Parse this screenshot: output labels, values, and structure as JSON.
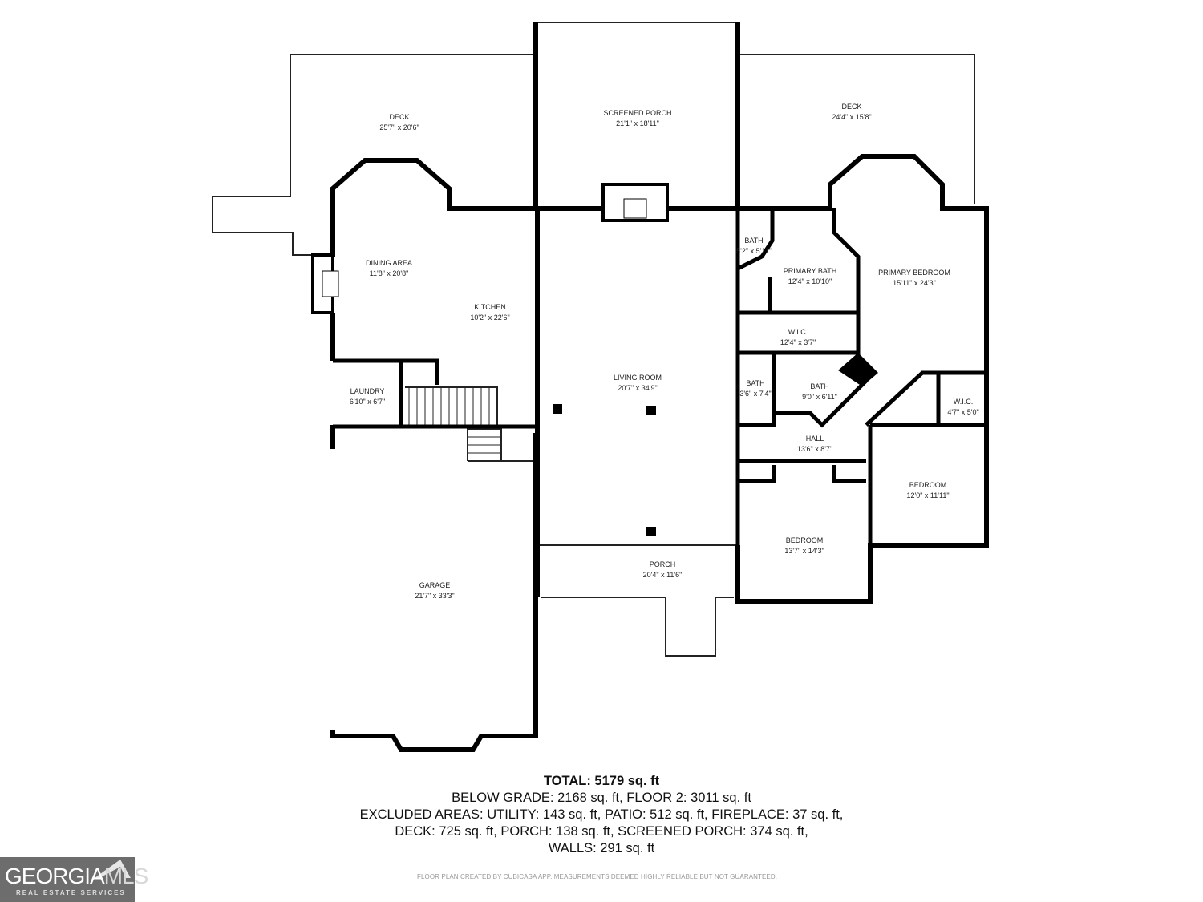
{
  "rooms": [
    {
      "name": "DECK",
      "dim": "25'7\" x 20'6\""
    },
    {
      "name": "SCREENED PORCH",
      "dim": "21'1\" x 18'11\""
    },
    {
      "name": "DECK",
      "dim": "24'4\" x 15'8\""
    },
    {
      "name": "DINING AREA",
      "dim": "11'8\" x 20'8\""
    },
    {
      "name": "KITCHEN",
      "dim": "10'2\" x 22'6\""
    },
    {
      "name": "BATH",
      "dim": "5'2\" x 5'11\""
    },
    {
      "name": "PRIMARY BATH",
      "dim": "12'4\" x 10'10\""
    },
    {
      "name": "PRIMARY BEDROOM",
      "dim": "15'11\" x 24'3\""
    },
    {
      "name": "W.I.C.",
      "dim": "12'4\" x 3'7\""
    },
    {
      "name": "LIVING ROOM",
      "dim": "20'7\" x 34'9\""
    },
    {
      "name": "LAUNDRY",
      "dim": "6'10\" x 6'7\""
    },
    {
      "name": "BATH",
      "dim": "3'6\" x 7'4\""
    },
    {
      "name": "BATH",
      "dim": "9'0\" x 6'11\""
    },
    {
      "name": "W.I.C.",
      "dim": "4'7\" x 5'0\""
    },
    {
      "name": "HALL",
      "dim": "13'6\" x 8'7\""
    },
    {
      "name": "BEDROOM",
      "dim": "12'0\" x 11'11\""
    },
    {
      "name": "BEDROOM",
      "dim": "13'7\" x 14'3\""
    },
    {
      "name": "PORCH",
      "dim": "20'4\" x 11'6\""
    },
    {
      "name": "GARAGE",
      "dim": "21'7\" x 33'3\""
    }
  ],
  "summary": {
    "total": "TOTAL: 5179 sq. ft",
    "line1": "BELOW GRADE: 2168 sq. ft, FLOOR 2: 3011 sq. ft",
    "line2": "EXCLUDED AREAS: UTILITY: 143 sq. ft, PATIO: 512 sq. ft, FIREPLACE: 37 sq. ft,",
    "line3": "DECK: 725 sq. ft, PORCH: 138 sq. ft, SCREENED PORCH: 374 sq. ft,",
    "line4": "WALLS: 291 sq. ft"
  },
  "disclaimer": "FLOOR PLAN CREATED BY CUBICASA APP. MEASUREMENTS DEEMED HIGHLY RELIABLE BUT NOT GUARANTEED.",
  "logo": {
    "brand_a": "GEORGIA",
    "brand_b": "MLS",
    "sub": "REAL ESTATE SERVICES"
  }
}
